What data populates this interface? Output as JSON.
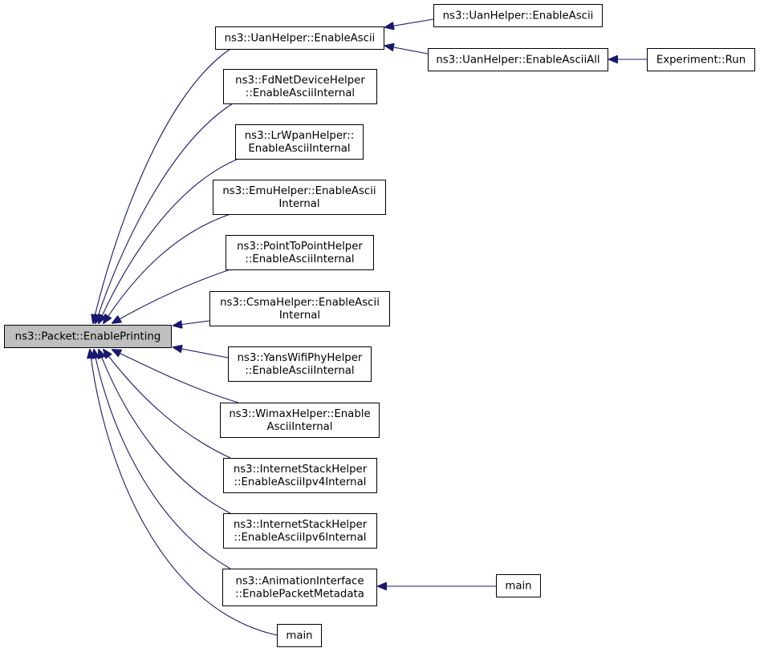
{
  "colors": {
    "edge": "#191970",
    "node_fill": "#ffffff",
    "focus_fill": "#bfbfbf",
    "border": "#000000"
  },
  "nodes": [
    {
      "id": "focus",
      "name": "node-packet-enable-printing",
      "focus": true,
      "lines": [
        "ns3::Packet::EnablePrinting"
      ]
    },
    {
      "id": "uan1",
      "name": "node-uan-helper-enable-ascii",
      "lines": [
        "ns3::UanHelper::EnableAscii"
      ]
    },
    {
      "id": "uan2",
      "name": "node-uan-helper-enable-ascii-2",
      "lines": [
        "ns3::UanHelper::EnableAscii"
      ]
    },
    {
      "id": "uanall",
      "name": "node-uan-helper-enable-ascii-all",
      "lines": [
        "ns3::UanHelper::EnableAsciiAll"
      ]
    },
    {
      "id": "exprun",
      "name": "node-experiment-run",
      "lines": [
        "Experiment::Run"
      ]
    },
    {
      "id": "fdnet",
      "name": "node-fd-net-device-helper",
      "lines": [
        "ns3::FdNetDeviceHelper",
        "::EnableAsciiInternal"
      ]
    },
    {
      "id": "lrwpan",
      "name": "node-lr-wpan-helper",
      "lines": [
        "ns3::LrWpanHelper::",
        "EnableAsciiInternal"
      ]
    },
    {
      "id": "emu",
      "name": "node-emu-helper",
      "lines": [
        "ns3::EmuHelper::EnableAscii",
        "Internal"
      ]
    },
    {
      "id": "p2p",
      "name": "node-point-to-point-helper",
      "lines": [
        "ns3::PointToPointHelper",
        "::EnableAsciiInternal"
      ]
    },
    {
      "id": "csma",
      "name": "node-csma-helper",
      "lines": [
        "ns3::CsmaHelper::EnableAscii",
        "Internal"
      ]
    },
    {
      "id": "yans",
      "name": "node-yans-wifi-phy-helper",
      "lines": [
        "ns3::YansWifiPhyHelper",
        "::EnableAsciiInternal"
      ]
    },
    {
      "id": "wimax",
      "name": "node-wimax-helper",
      "lines": [
        "ns3::WimaxHelper::Enable",
        "AsciiInternal"
      ]
    },
    {
      "id": "inet4",
      "name": "node-internet-stack-helper-ipv4",
      "lines": [
        "ns3::InternetStackHelper",
        "::EnableAsciiIpv4Internal"
      ]
    },
    {
      "id": "inet6",
      "name": "node-internet-stack-helper-ipv6",
      "lines": [
        "ns3::InternetStackHelper",
        "::EnableAsciiIpv6Internal"
      ]
    },
    {
      "id": "anim",
      "name": "node-animation-interface",
      "lines": [
        "ns3::AnimationInterface",
        "::EnablePacketMetadata"
      ]
    },
    {
      "id": "main1",
      "name": "node-main-1",
      "lines": [
        "main"
      ]
    },
    {
      "id": "main2",
      "name": "node-main-2",
      "lines": [
        "main"
      ]
    }
  ],
  "edges": [
    {
      "from": "uan1",
      "to": "focus"
    },
    {
      "from": "fdnet",
      "to": "focus"
    },
    {
      "from": "lrwpan",
      "to": "focus"
    },
    {
      "from": "emu",
      "to": "focus"
    },
    {
      "from": "p2p",
      "to": "focus"
    },
    {
      "from": "csma",
      "to": "focus"
    },
    {
      "from": "yans",
      "to": "focus"
    },
    {
      "from": "wimax",
      "to": "focus"
    },
    {
      "from": "inet4",
      "to": "focus"
    },
    {
      "from": "inet6",
      "to": "focus"
    },
    {
      "from": "anim",
      "to": "focus"
    },
    {
      "from": "main2",
      "to": "focus"
    },
    {
      "from": "uan2",
      "to": "uan1"
    },
    {
      "from": "uanall",
      "to": "uan1"
    },
    {
      "from": "exprun",
      "to": "uanall"
    },
    {
      "from": "main1",
      "to": "anim"
    }
  ]
}
